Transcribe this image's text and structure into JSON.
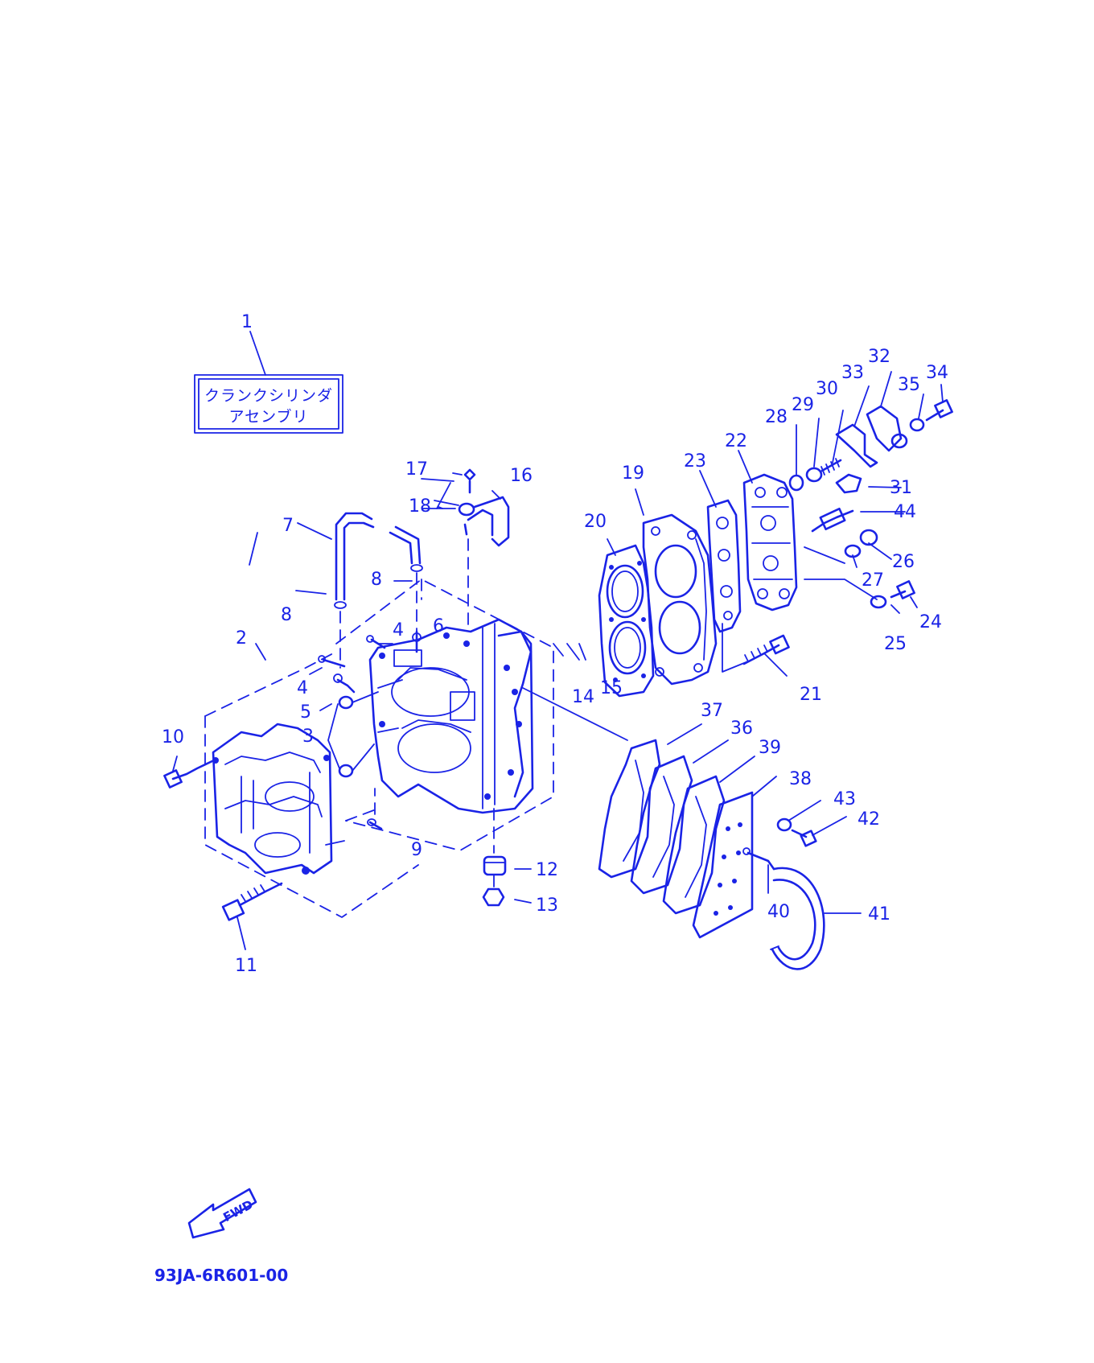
{
  "assembly_label": {
    "line1": "クランクシリンダ",
    "line2": "アセンブリ"
  },
  "fwd_label": "FWD",
  "diagram_code": "93JA-6R601-00",
  "accent_color": "#1a23e6",
  "callouts": [
    {
      "id": "c1",
      "text": "1"
    },
    {
      "id": "c2",
      "text": "2"
    },
    {
      "id": "c3",
      "text": "3"
    },
    {
      "id": "c4a",
      "text": "4"
    },
    {
      "id": "c4b",
      "text": "4"
    },
    {
      "id": "c5",
      "text": "5"
    },
    {
      "id": "c6",
      "text": "6"
    },
    {
      "id": "c7",
      "text": "7"
    },
    {
      "id": "c8a",
      "text": "8"
    },
    {
      "id": "c8b",
      "text": "8"
    },
    {
      "id": "c9",
      "text": "9"
    },
    {
      "id": "c10",
      "text": "10"
    },
    {
      "id": "c11",
      "text": "11"
    },
    {
      "id": "c12",
      "text": "12"
    },
    {
      "id": "c13",
      "text": "13"
    },
    {
      "id": "c14",
      "text": "14"
    },
    {
      "id": "c15",
      "text": "15"
    },
    {
      "id": "c16",
      "text": "16"
    },
    {
      "id": "c17",
      "text": "17"
    },
    {
      "id": "c18",
      "text": "18"
    },
    {
      "id": "c19",
      "text": "19"
    },
    {
      "id": "c20",
      "text": "20"
    },
    {
      "id": "c21",
      "text": "21"
    },
    {
      "id": "c22",
      "text": "22"
    },
    {
      "id": "c23",
      "text": "23"
    },
    {
      "id": "c24",
      "text": "24"
    },
    {
      "id": "c25",
      "text": "25"
    },
    {
      "id": "c26",
      "text": "26"
    },
    {
      "id": "c27",
      "text": "27"
    },
    {
      "id": "c28",
      "text": "28"
    },
    {
      "id": "c29",
      "text": "29"
    },
    {
      "id": "c30",
      "text": "30"
    },
    {
      "id": "c31",
      "text": "31"
    },
    {
      "id": "c32",
      "text": "32"
    },
    {
      "id": "c33",
      "text": "33"
    },
    {
      "id": "c34",
      "text": "34"
    },
    {
      "id": "c35",
      "text": "35"
    },
    {
      "id": "c36",
      "text": "36"
    },
    {
      "id": "c37",
      "text": "37"
    },
    {
      "id": "c38",
      "text": "38"
    },
    {
      "id": "c39",
      "text": "39"
    },
    {
      "id": "c40",
      "text": "40"
    },
    {
      "id": "c41",
      "text": "41"
    },
    {
      "id": "c42",
      "text": "42"
    },
    {
      "id": "c43",
      "text": "43"
    },
    {
      "id": "c44",
      "text": "44"
    }
  ]
}
